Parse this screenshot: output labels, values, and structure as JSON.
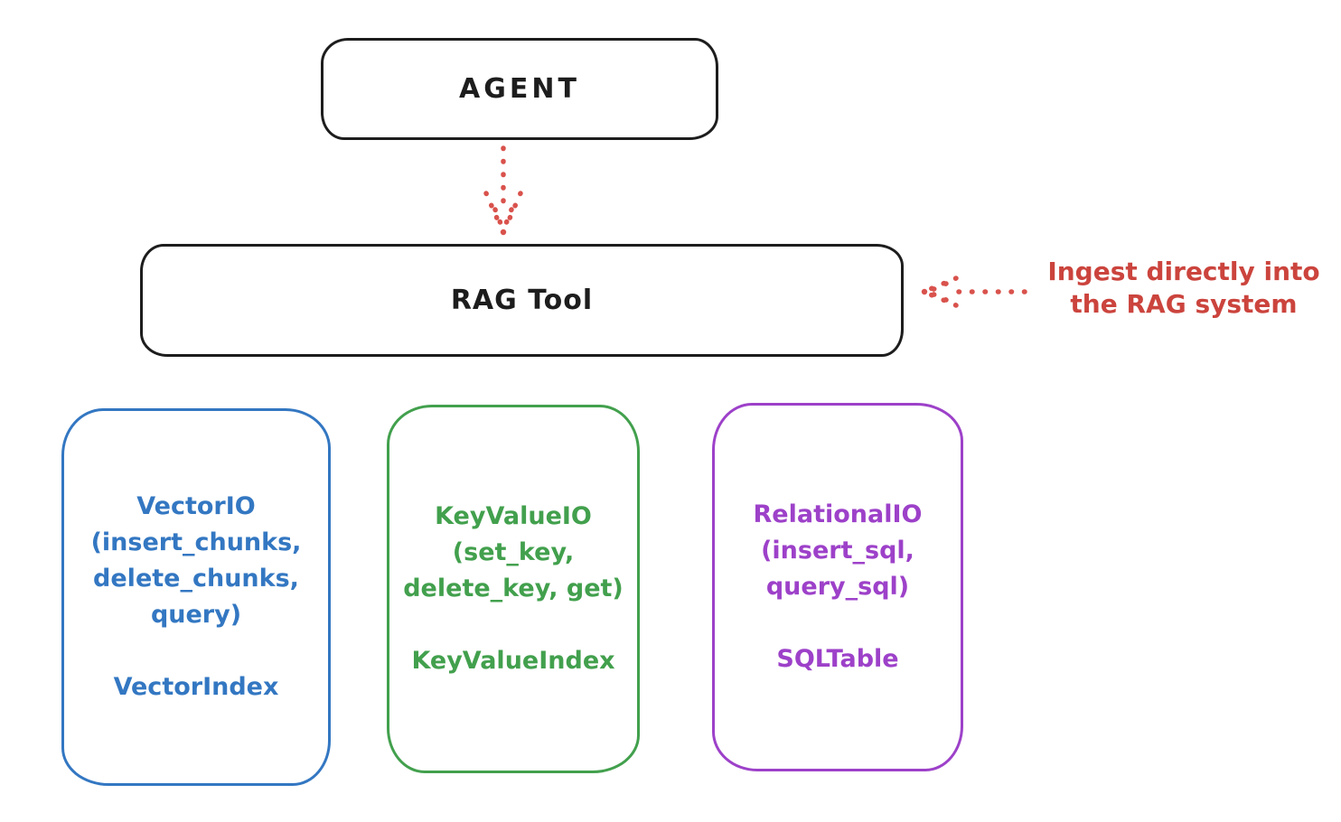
{
  "diagram": {
    "agent_box": {
      "label": "AGENT"
    },
    "rag_box": {
      "label": "RAG Tool"
    },
    "annotation": {
      "line1": "Ingest directly into",
      "line2": "the RAG system"
    },
    "io_boxes": [
      {
        "id": "vector-io",
        "color": "#3377c2",
        "lines": [
          "VectorIO",
          "(insert_chunks,",
          "delete_chunks,",
          "query)"
        ],
        "footer": "VectorIndex"
      },
      {
        "id": "keyvalue-io",
        "color": "#42a04d",
        "lines": [
          "KeyValueIO",
          "(set_key,",
          "delete_key, get)"
        ],
        "footer": "KeyValueIndex"
      },
      {
        "id": "relational-io",
        "color": "#9d41c9",
        "lines": [
          "RelationalIO",
          "(insert_sql,",
          "query_sql)"
        ],
        "footer": "SQLTable"
      }
    ],
    "colors": {
      "ink": "#1d1d1d",
      "accent_red": "#d9524c",
      "vector_blue": "#3377c2",
      "keyvalue_green": "#42a04d",
      "relational_purple": "#9d41c9",
      "background": "#ffffff"
    }
  }
}
